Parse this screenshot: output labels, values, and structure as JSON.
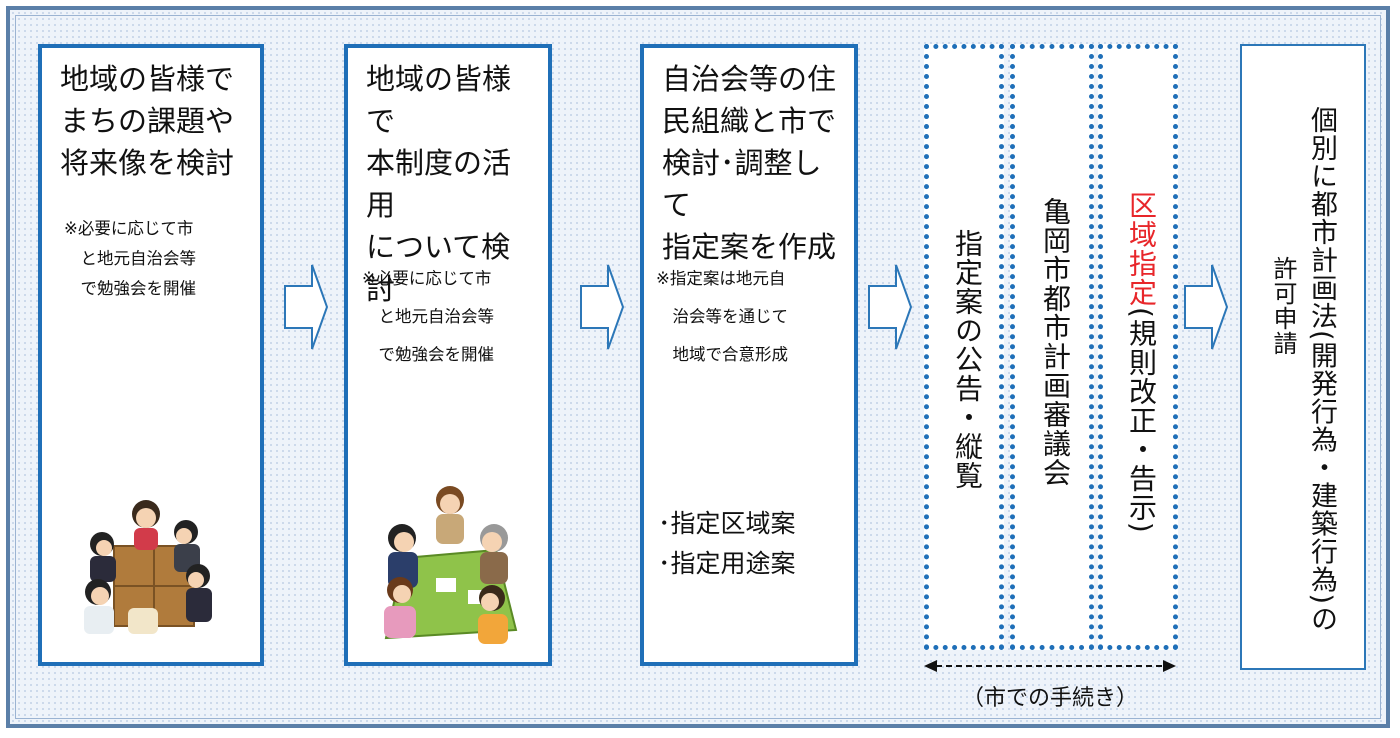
{
  "steps": [
    {
      "title": "地域の皆様で\nまちの課題や\n将来像を検討",
      "note": "※必要に応じて市\n　と地元自治会等\n　で勉強会を開催"
    },
    {
      "title": "地域の皆様で\n本制度の活用\nについて検討",
      "note": "※必要に応じて市\n　と地元自治会等\n　で勉強会を開催"
    },
    {
      "title": "自治会等の住\n民組織と市で\n検討･調整して\n指定案を作成",
      "note": "※指定案は地元自\n　治会等を通じて\n　地域で合意形成",
      "bullets": "･指定区域案\n･指定用途案"
    }
  ],
  "procedures": [
    {
      "label": "指定案の公告・縦覧"
    },
    {
      "label": "亀岡市都市計画審議会"
    },
    {
      "label_red": "区域指定",
      "label_rest": "(規則改正・告示)"
    }
  ],
  "procedure_span_label": "（市での手続き）",
  "final_step": {
    "line1": "個別に都市計画法(開発行為・建築行為)の",
    "line2": "許可申請"
  },
  "colors": {
    "frame": "#5b7fa8",
    "box_border": "#1f6fb8",
    "highlight": "#e8262a"
  }
}
